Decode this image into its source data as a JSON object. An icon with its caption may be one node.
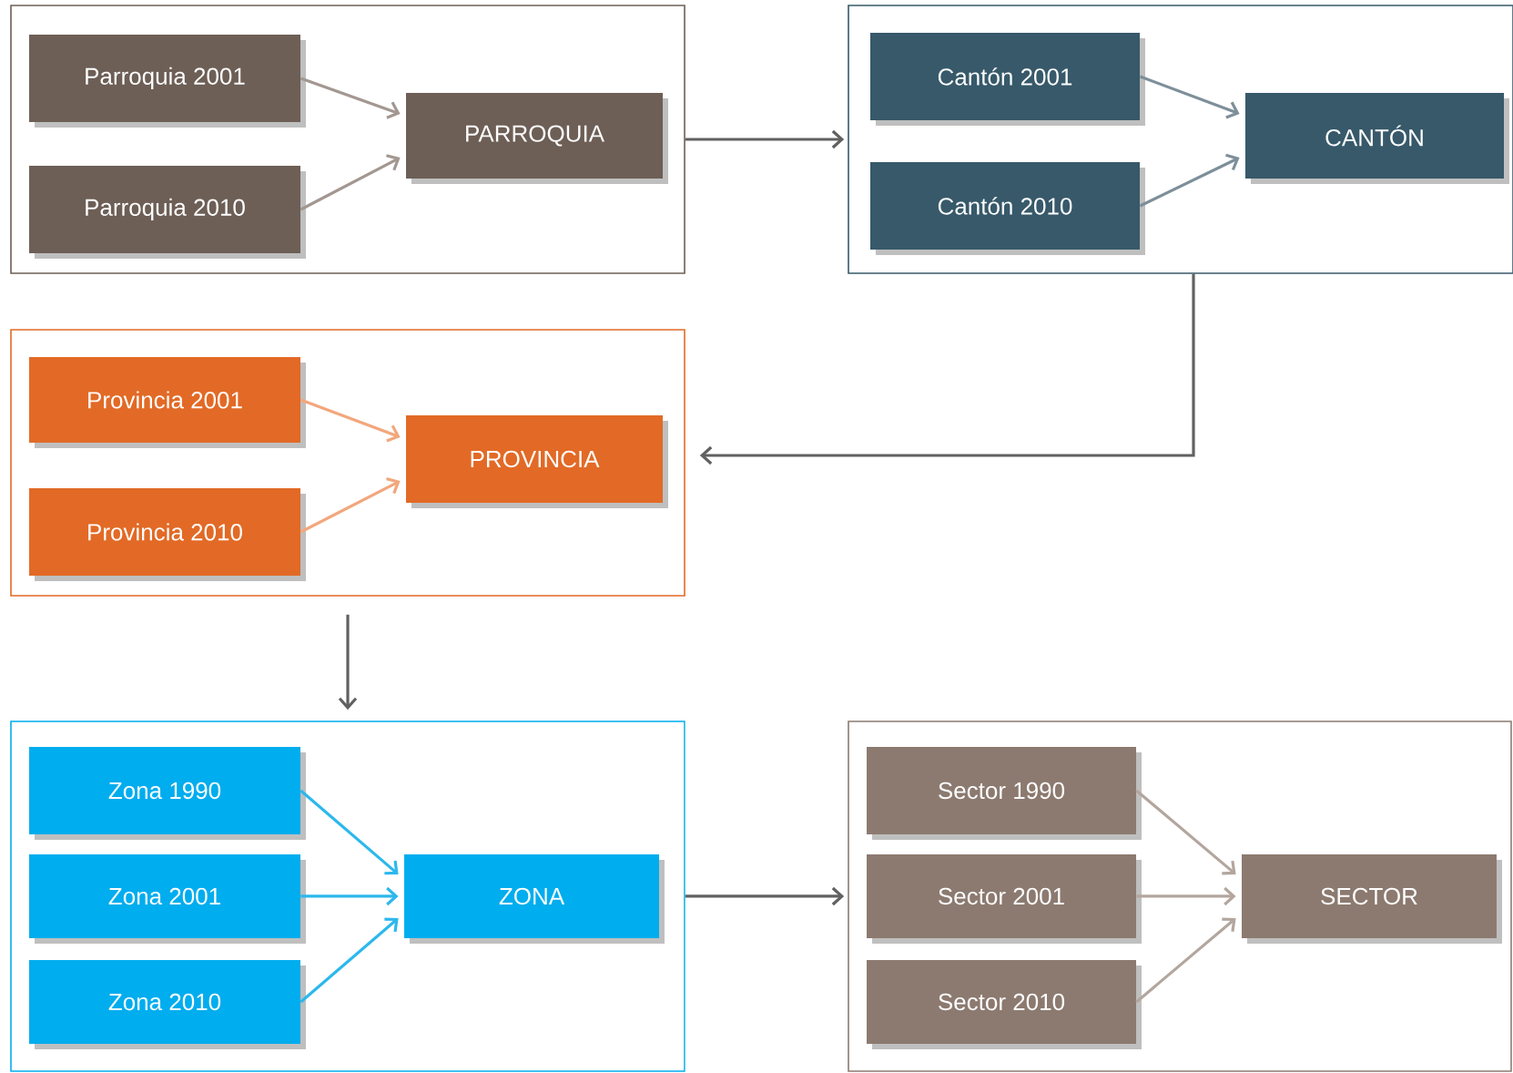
{
  "diagram": {
    "nodes": [
      {
        "text": [],
        "shape": "box"
      },
      {
        "text": [
          "Parroquia 2001"
        ],
        "in": 0
      },
      {
        "text": [
          "Parroquia 2010"
        ],
        "in": 0
      },
      {
        "text": [
          "PARROQUIA"
        ],
        "in": 0
      },
      {
        "text": [],
        "shape": "box"
      },
      {
        "text": [
          "Cantón 2001"
        ],
        "in": 4
      },
      {
        "text": [
          "Cantón 2010"
        ],
        "in": 4
      },
      {
        "text": [
          "CANTÓN"
        ],
        "in": 4
      },
      {
        "text": [],
        "shape": "box"
      },
      {
        "text": [
          "Provincia 2001"
        ],
        "in": 8
      },
      {
        "text": [
          "Provincia 2010"
        ],
        "in": 8
      },
      {
        "text": [
          "PROVINCIA"
        ],
        "in": 8
      },
      {
        "text": [],
        "shape": "box"
      },
      {
        "text": [
          "Zona 1990"
        ],
        "in": 12
      },
      {
        "text": [
          "Zona 2001"
        ],
        "in": 12
      },
      {
        "text": [
          "Zona 2010"
        ],
        "in": 12
      },
      {
        "text": [
          "ZONA"
        ],
        "in": 12
      },
      {
        "text": [],
        "shape": "box"
      },
      {
        "text": [
          "Sector 1990"
        ],
        "in": 17
      },
      {
        "text": [
          "Sector 2001"
        ],
        "in": 17
      },
      {
        "text": [
          "Sector 2010"
        ],
        "in": 17
      },
      {
        "text": [
          "SECTOR"
        ],
        "in": 17
      }
    ],
    "edges": [
      {
        "from": 1,
        "to": 3,
        "arrow": "to",
        "color": "#a39791"
      },
      {
        "from": 2,
        "to": 3,
        "arrow": "to",
        "color": "#a39791"
      },
      {
        "from": 0,
        "to": 4,
        "arrow": "to"
      },
      {
        "from": 5,
        "to": 7,
        "arrow": "to",
        "color": "#7d8f99"
      },
      {
        "from": 6,
        "to": 7,
        "arrow": "to",
        "color": "#7d8f99"
      },
      {
        "from": 4,
        "to": 8,
        "arrow": "to"
      },
      {
        "from": 9,
        "to": 11,
        "arrow": "to",
        "color": "#f2a77c"
      },
      {
        "from": 10,
        "to": 11,
        "arrow": "to",
        "color": "#f2a77c"
      },
      {
        "from": 8,
        "to": 12,
        "arrow": "to"
      },
      {
        "from": 13,
        "to": 16,
        "arrow": "to",
        "color": "#2cb8ec"
      },
      {
        "from": 14,
        "to": 16,
        "arrow": "to",
        "color": "#2cb8ec"
      },
      {
        "from": 15,
        "to": 16,
        "arrow": "to",
        "color": "#2cb8ec"
      },
      {
        "from": 12,
        "to": 17,
        "arrow": "to"
      },
      {
        "from": 18,
        "to": 21,
        "arrow": "to",
        "color": "#b3a69e"
      },
      {
        "from": 19,
        "to": 21,
        "arrow": "to",
        "color": "#b3a69e"
      },
      {
        "from": 20,
        "to": 21,
        "arrow": "to",
        "color": "#b3a69e"
      }
    ]
  }
}
